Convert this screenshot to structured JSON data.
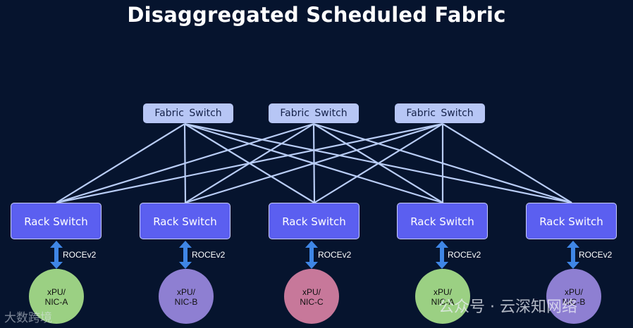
{
  "title": "Disaggregated Scheduled Fabric",
  "colors": {
    "background": "#06142e",
    "fabric_switch": "#b7c6f5",
    "rack_switch": "#5b5ff0",
    "link": "#b9cdf6",
    "arrow": "#3f86e6",
    "nic_green": "#9bd083",
    "nic_purple": "#8e7fd2",
    "nic_pink": "#c7789a"
  },
  "fabric_switches": [
    {
      "label": "Fabric Switch"
    },
    {
      "label": "Fabric Switch"
    },
    {
      "label": "Fabric Switch"
    }
  ],
  "rack_switches": [
    {
      "label": "Rack Switch",
      "link_label": "ROCEv2",
      "nic_line1": "xPU/",
      "nic_line2": "NIC-A",
      "nic_color": "green"
    },
    {
      "label": "Rack Switch",
      "link_label": "ROCEv2",
      "nic_line1": "xPU/",
      "nic_line2": "NIC-B",
      "nic_color": "purple"
    },
    {
      "label": "Rack Switch",
      "link_label": "ROCEv2",
      "nic_line1": "xPU/",
      "nic_line2": "NIC-C",
      "nic_color": "pink"
    },
    {
      "label": "Rack Switch",
      "link_label": "ROCEv2",
      "nic_line1": "xPU/",
      "nic_line2": "NIC-A",
      "nic_color": "green"
    },
    {
      "label": "Rack Switch",
      "link_label": "ROCEv2",
      "nic_line1": "xPU/",
      "nic_line2": "NIC-B",
      "nic_color": "purple"
    }
  ],
  "watermark_left": "大数跨境",
  "watermark_right": "公众号 · 云深知网络"
}
